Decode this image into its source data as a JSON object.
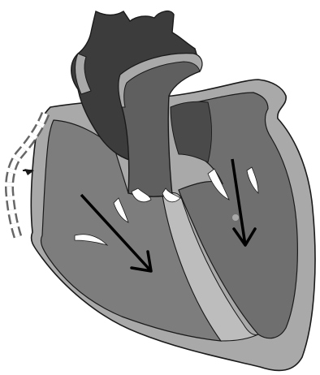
{
  "figure": {
    "kind": "heart-cross-section",
    "style": "grayscale",
    "labels_visible": false
  },
  "colors": {
    "background": "#ffffff",
    "outline": "#1a1a1a",
    "wall": "#a9a9a9",
    "wall_light": "#bdbdbd",
    "chamber_left_ventricle": "#6f6f6f",
    "chamber_right_ventricle": "#7d7d7d",
    "vessel_dark": "#3c3c3c",
    "vessel_mid": "#5f5f5f",
    "valve": "#ffffff",
    "arrow": "#000000"
  },
  "arrows": [
    {
      "name": "right-ventricle-flow-arrow",
      "direction": "down-right"
    },
    {
      "name": "left-ventricle-flow-arrow",
      "direction": "down"
    }
  ],
  "icons": [
    "dashed-outline-icon",
    "small-arrowhead-icon"
  ]
}
